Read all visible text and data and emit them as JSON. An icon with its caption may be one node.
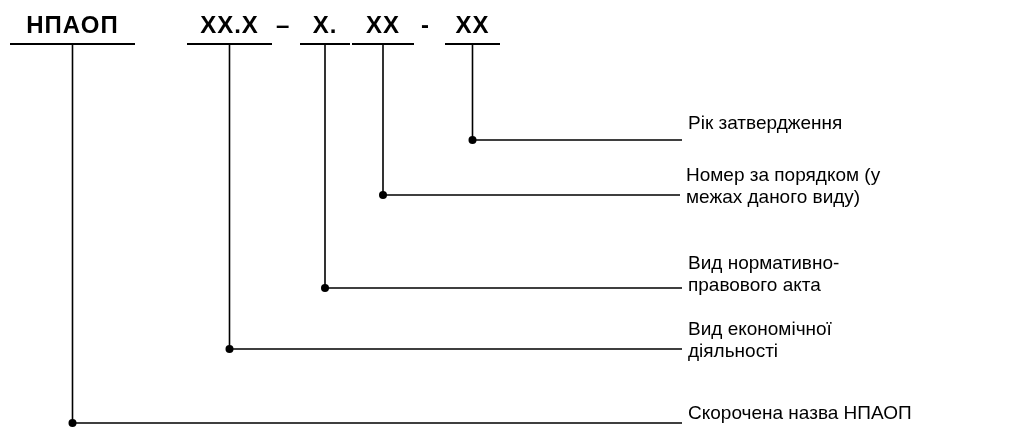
{
  "diagram": {
    "nodes": [
      {
        "text": [
          "НПАОП"
        ]
      },
      {
        "text": [
          "ХХ.Х"
        ]
      },
      {
        "text": [
          "Х."
        ]
      },
      {
        "text": [
          "ХХ"
        ]
      },
      {
        "text": [
          "ХХ"
        ]
      },
      {
        "text": [
          "Рік затвердження"
        ]
      },
      {
        "text": [
          "Номер за порядком (у межах даного виду)"
        ]
      },
      {
        "text": [
          "Вид нормативно-правового акта"
        ]
      },
      {
        "text": [
          "Вид економічної діяльності"
        ]
      },
      {
        "text": [
          "Скорочена назва НПАОП"
        ]
      }
    ],
    "edges": [
      {
        "from": 5,
        "to": 4,
        "arrow": "none"
      },
      {
        "from": 6,
        "to": 3,
        "arrow": "none"
      },
      {
        "from": 7,
        "to": 2,
        "arrow": "none"
      },
      {
        "from": 8,
        "to": 1,
        "arrow": "none"
      },
      {
        "from": 9,
        "to": 0,
        "arrow": "none"
      }
    ],
    "labels": [
      "–",
      "-"
    ]
  }
}
